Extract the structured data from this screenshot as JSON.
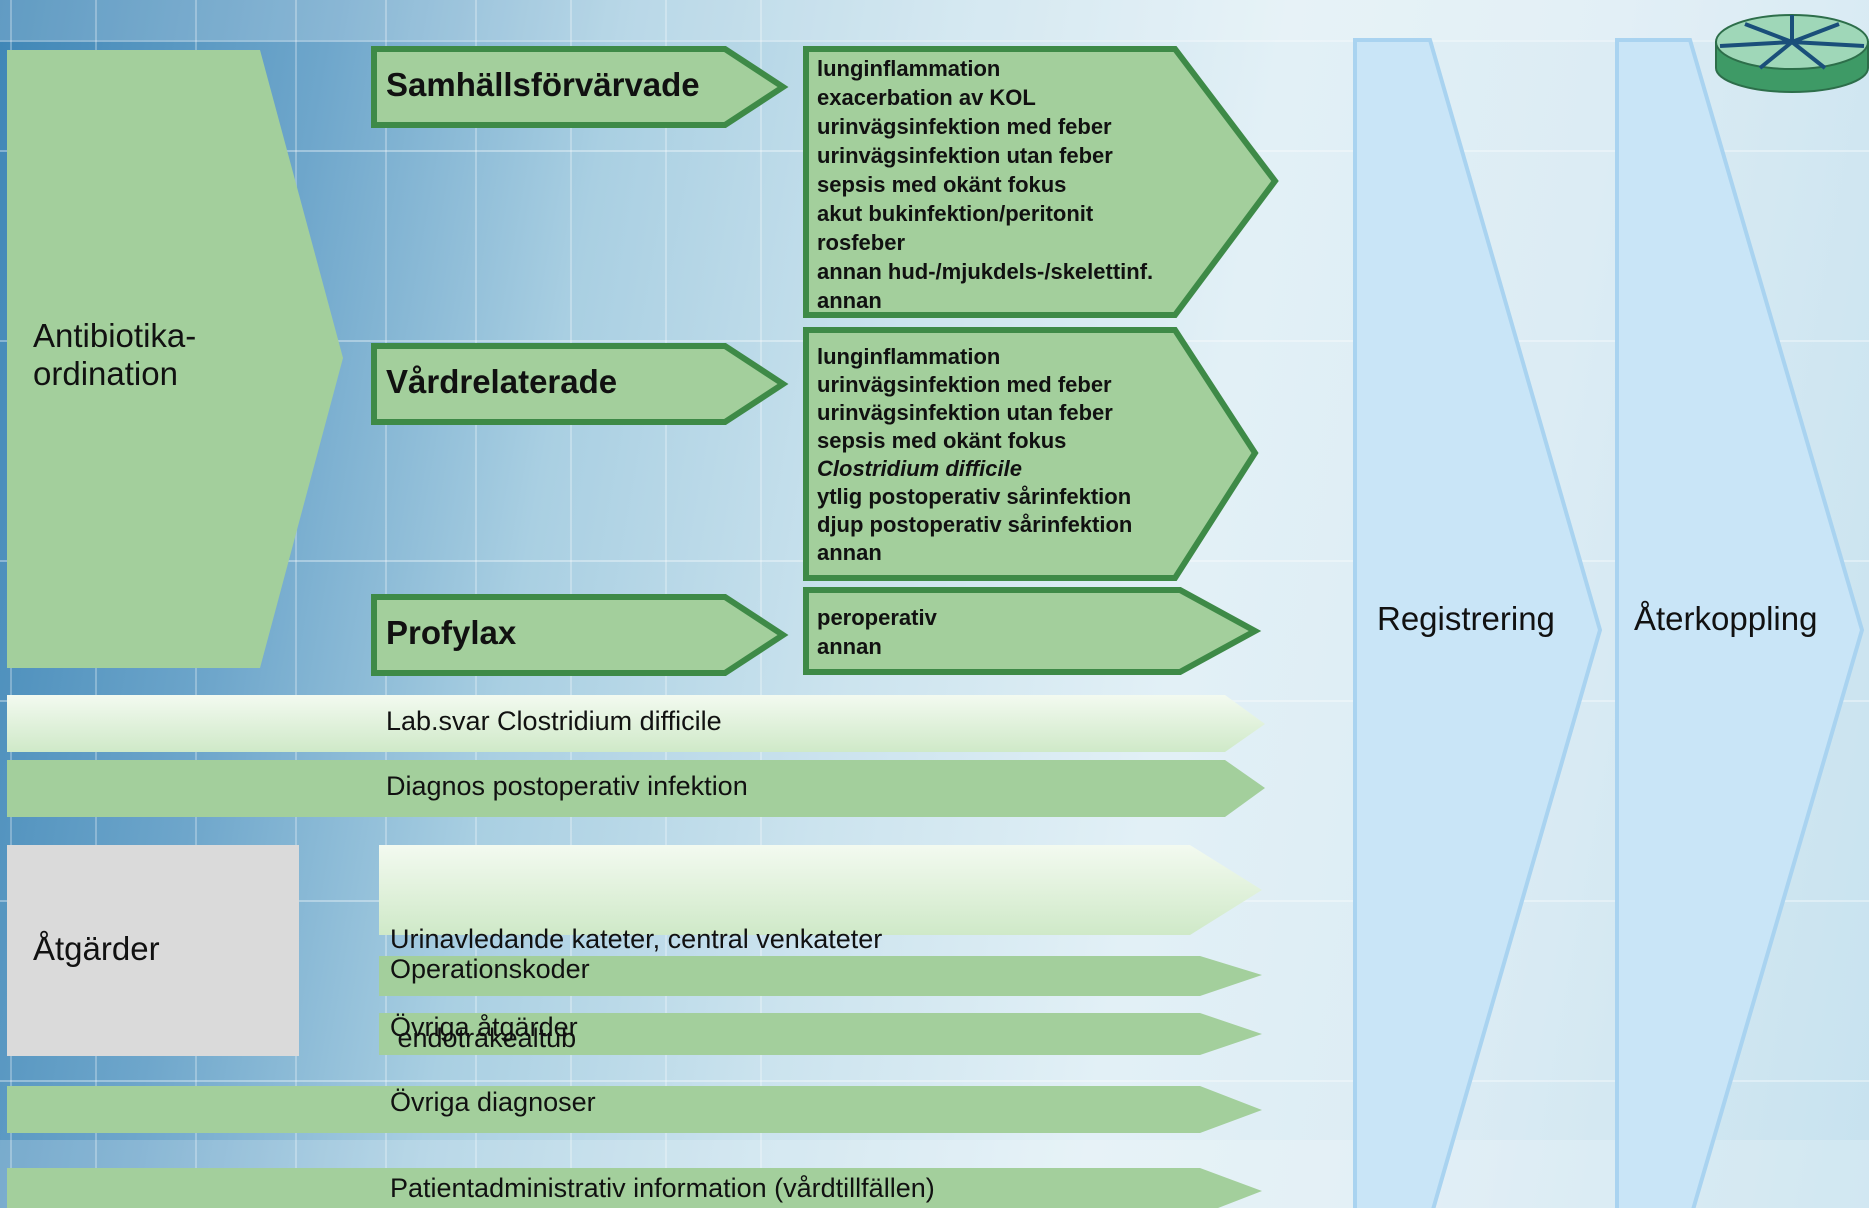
{
  "colors": {
    "green_fill": "#a3cf9c",
    "green_border": "#3e8a47",
    "light_blue": "#c9e5f7",
    "grey": "#dadada"
  },
  "main": {
    "antibiotika_label_line1": "Antibiotika-",
    "antibiotika_label_line2": "ordination",
    "categories": [
      {
        "label": "Samhällsförvärvade",
        "items": [
          "lunginflammation",
          "exacerbation av KOL",
          "urinvägsinfektion med feber",
          "urinvägsinfektion utan feber",
          "sepsis med okänt fokus",
          "akut bukinfektion/peritonit",
          "rosfeber",
          "annan hud-/mjukdels-/skelettinf.",
          "annan"
        ]
      },
      {
        "label": "Vårdrelaterade",
        "items": [
          "lunginflammation",
          "urinvägsinfektion med feber",
          "urinvägsinfektion utan feber",
          "sepsis med okänt fokus",
          "Clostridium difficile",
          "ytlig postoperativ sårinfektion",
          "djup postoperativ sårinfektion",
          "annan"
        ]
      },
      {
        "label": "Profylax",
        "items": [
          "peroperativ",
          "annan"
        ]
      }
    ]
  },
  "rows": {
    "lab": "Lab.svar Clostridium difficile",
    "diagnos": "Diagnos postoperativ infektion",
    "atgarder_label": "Åtgärder",
    "kateter_line1": "Urinavledande kateter, central venkateter",
    "kateter_line2": " endotrakealtub",
    "operationskoder": "Operationskoder",
    "ovriga_atgarder": "Övriga åtgärder",
    "ovriga_diagnoser": "Övriga diagnoser",
    "patientadmin": "Patientadministrativ information (vårdtillfällen)"
  },
  "flow": {
    "registrering": "Registrering",
    "aterkoppling": "Återkoppling"
  },
  "logo_icon": "database-disk-icon"
}
